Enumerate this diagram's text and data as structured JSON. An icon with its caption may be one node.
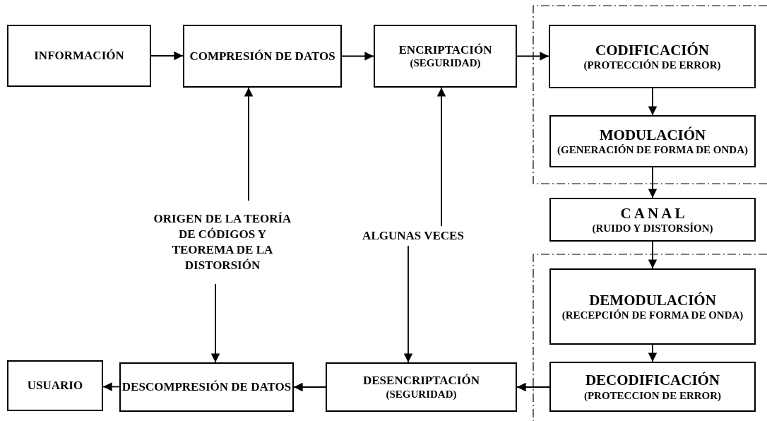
{
  "diagram": {
    "nodes": [
      {
        "text": [
          "INFORMACIÓN"
        ]
      },
      {
        "text": [
          "COMPRESIÓN DE DATOS"
        ]
      },
      {
        "text": [
          "ENCRIPTACIÓN",
          "(SEGURIDAD)"
        ]
      },
      {
        "text": [
          "CODIFICACIÓN",
          "(PROTECCIÓN DE ERROR)"
        ]
      },
      {
        "text": [
          "MODULACIÓN",
          "(GENERACIÓN DE FORMA DE ONDA)"
        ]
      },
      {
        "text": [
          "C A N A L",
          "(RUIDO Y DISTORSÍON)"
        ]
      },
      {
        "text": [
          "DEMODULACIÓN",
          "(RECEPCIÓN DE FORMA DE ONDA)"
        ]
      },
      {
        "text": [
          "DECODIFICACIÓN",
          "(PROTECCION DE ERROR)"
        ]
      },
      {
        "text": [
          "DESENCRIPTACIÓN",
          "(SEGURIDAD)"
        ]
      },
      {
        "text": [
          "DESCOMPRESIÓN DE DATOS"
        ]
      },
      {
        "text": [
          "USUARIO"
        ]
      },
      {
        "text": [
          "ORIGEN DE LA TEORÍA DE CÓDIGOS Y TEOREMA DE LA DISTORSIÓN"
        ]
      },
      {
        "text": [
          "ALGUNAS VECES"
        ]
      }
    ],
    "edges": [
      {
        "from": 0,
        "to": 1,
        "arrow": "to"
      },
      {
        "from": 1,
        "to": 2,
        "arrow": "to"
      },
      {
        "from": 2,
        "to": 3,
        "arrow": "to"
      },
      {
        "from": 3,
        "to": 4,
        "arrow": "to"
      },
      {
        "from": 4,
        "to": 5,
        "arrow": "to"
      },
      {
        "from": 5,
        "to": 6,
        "arrow": "to"
      },
      {
        "from": 6,
        "to": 7,
        "arrow": "to"
      },
      {
        "from": 7,
        "to": 8,
        "arrow": "to"
      },
      {
        "from": 8,
        "to": 9,
        "arrow": "to"
      },
      {
        "from": 9,
        "to": 10,
        "arrow": "to"
      },
      {
        "from": 11,
        "to": 1,
        "arrow": "to"
      },
      {
        "from": 11,
        "to": 9,
        "arrow": "to"
      },
      {
        "from": 12,
        "to": 2,
        "arrow": "to"
      },
      {
        "from": 12,
        "to": 8,
        "arrow": "to"
      }
    ]
  }
}
